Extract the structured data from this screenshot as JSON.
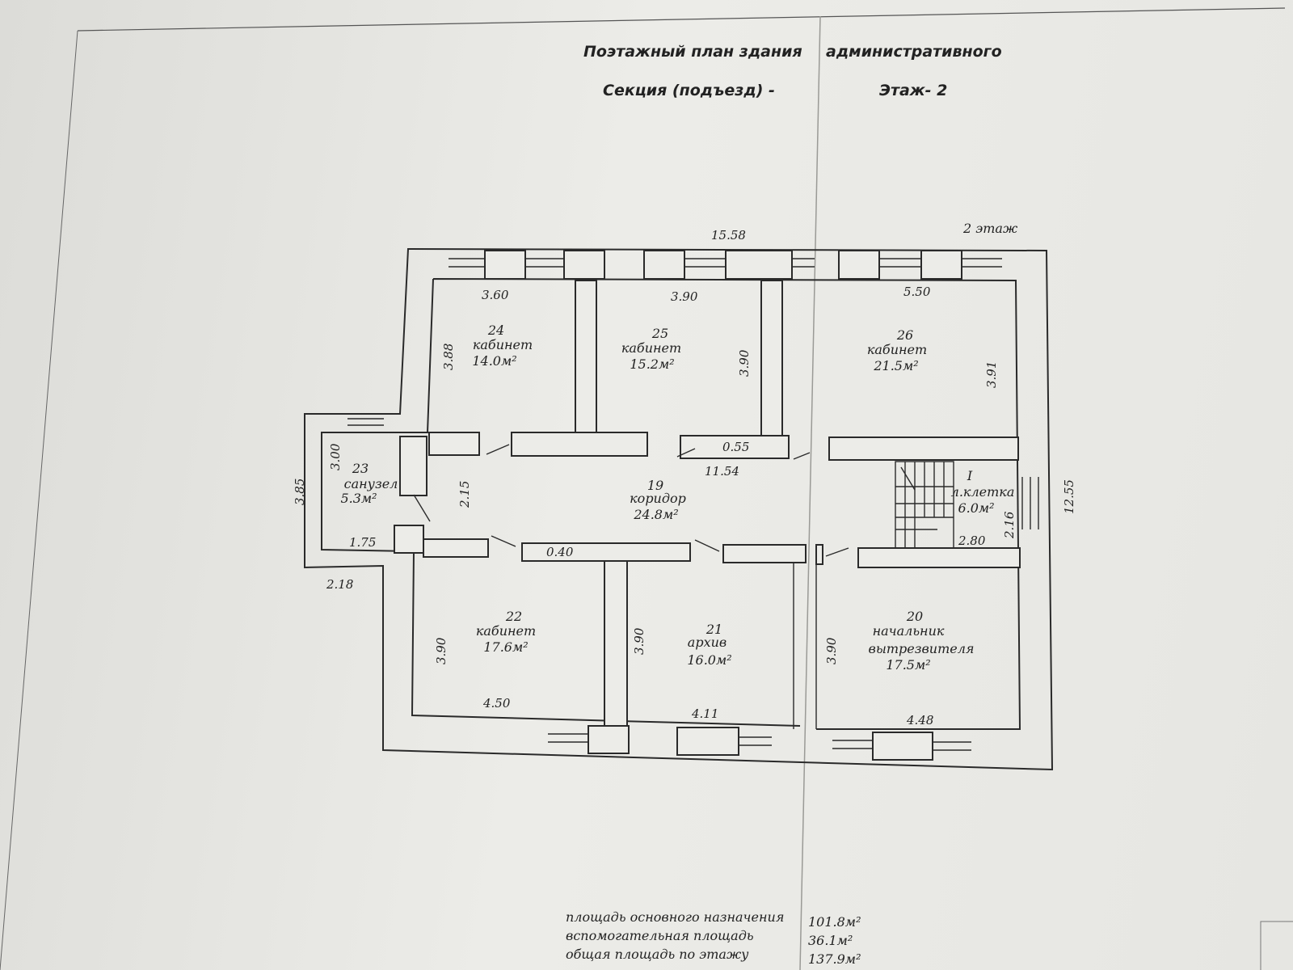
{
  "header": {
    "title_left": "Поэтажный план здания",
    "title_right": "административного",
    "section": "Секция (подъезд) -",
    "floor": "Этаж- 2",
    "floor_tag": "2 этаж"
  },
  "rooms": [
    {
      "no": "24",
      "name": "кабинет",
      "area": "14.0м²"
    },
    {
      "no": "25",
      "name": "кабинет",
      "area": "15.2м²"
    },
    {
      "no": "26",
      "name": "кабинет",
      "area": "21.5м²"
    },
    {
      "no": "23",
      "name": "санузел",
      "area": "5.3м²"
    },
    {
      "no": "19",
      "name": "коридор",
      "area": "24.8м²"
    },
    {
      "no": "I",
      "name": "л.клетка",
      "area": "6.0м²"
    },
    {
      "no": "22",
      "name": "кабинет",
      "area": "17.6м²"
    },
    {
      "no": "21",
      "name": "архив",
      "area": "16.0м²"
    },
    {
      "no": "20",
      "name": "начальник",
      "name2": "вытрезвителя",
      "area": "17.5м²"
    }
  ],
  "dimensions": {
    "overall_width": "15.58",
    "overall_height": "12.55",
    "r24_w": "3.60",
    "r24_h": "3.88",
    "r25_w": "3.90",
    "r25_h": "3.90",
    "r26_w": "5.50",
    "r26_h": "3.91",
    "r23_h": "3.00",
    "r23_w": "1.75",
    "wing_h": "3.85",
    "wing_w": "2.18",
    "corr_h": "2.15",
    "corr_len": "11.54",
    "wall_a": "0.55",
    "wall_b": "0.40",
    "stair_h": "2.16",
    "stair_w": "2.80",
    "r22_h": "3.90",
    "r22_w": "4.50",
    "r21_h": "3.90",
    "r21_w": "4.11",
    "r20_h": "3.90",
    "r20_w": "4.48"
  },
  "summary": [
    {
      "label": "площадь основного назначения",
      "value": "101.8м²"
    },
    {
      "label": "вспомогательная площадь",
      "value": "36.1м²"
    },
    {
      "label": "общая площадь по этажу",
      "value": "137.9м²"
    }
  ]
}
